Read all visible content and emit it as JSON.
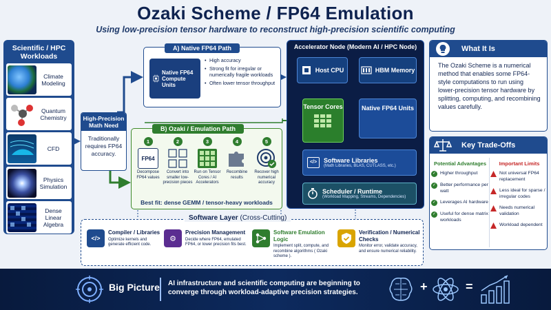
{
  "header": {
    "title": "Ozaki Scheme / FP64 Emulation",
    "subtitle": "Using low-precision tensor hardware to reconstruct high-precision scientific computing"
  },
  "workloads": {
    "title": "Scientific / HPC Workloads",
    "items": [
      {
        "label": "Climate Modeling",
        "icon": "earth-icon"
      },
      {
        "label": "Quantum Chemistry",
        "icon": "molecule-icon"
      },
      {
        "label": "CFD",
        "icon": "car-airflow-icon"
      },
      {
        "label": "Physics Simulation",
        "icon": "galaxy-icon"
      },
      {
        "label": "Dense Linear Algebra",
        "icon": "matrix-icon"
      }
    ]
  },
  "math_need": {
    "title": "High-Precision Math Need",
    "body": "Traditionally requires FP64 accuracy."
  },
  "native_path": {
    "title": "A) Native FP64 Path",
    "unit_label": "Native FP64 Compute Units",
    "bullets": [
      "High accuracy",
      "Strong fit for irregular or numerically fragile workloads",
      "Often lower tensor throughput"
    ]
  },
  "ozaki_path": {
    "title": "B) Ozaki / Emulation Path",
    "steps": [
      {
        "num": "1",
        "icon_text": "FP64",
        "text": "Decompose FP64 values"
      },
      {
        "num": "2",
        "text": "Convert into smaller low-precision pieces"
      },
      {
        "num": "3",
        "text": "Run on Tensor Cores / AI Accelerators"
      },
      {
        "num": "4",
        "text": "Recombine results"
      },
      {
        "num": "5",
        "text": "Recover high numerical accuracy"
      }
    ],
    "best_fit": "Best fit: dense GEMM / tensor-heavy workloads"
  },
  "accelerator": {
    "title": "Accelerator Node (Modern AI / HPC Node)",
    "host_cpu": "Host CPU",
    "hbm": "HBM Memory",
    "tensor_cores": "Tensor Cores",
    "native_units": "Native FP64 Units",
    "sw_libs": "Software Libraries",
    "sw_libs_sub": "(Math Libraries, BLAS, CUTLASS, etc.)",
    "scheduler": "Scheduler / Runtime",
    "scheduler_sub": "(Workload Mapping, Streams, Dependencies)"
  },
  "what_it_is": {
    "title": "What It Is",
    "body": "The Ozaki Scheme is a numerical method that enables some FP64-style computations to run using lower-precision tensor hardware by splitting, computing, and recombining values carefully."
  },
  "tradeoffs": {
    "title": "Key Trade-Offs",
    "advantages_title": "Potential Advantages",
    "limits_title": "Important Limits",
    "advantages": [
      "Higher throughput",
      "Better performance per watt",
      "Leverages AI hardware",
      "Useful for dense matrix workloads"
    ],
    "limits": [
      "Not universal FP64 replacement",
      "Less ideal for sparse / irregular codes",
      "Needs numerical validation",
      "Workload dependent"
    ]
  },
  "software_layer": {
    "title": "Software Layer",
    "title_suffix": "(Cross-Cutting)",
    "items": [
      {
        "title": "Compiler / Libraries",
        "desc": "Optimize kernels and generate efficient code.",
        "icon": "code-icon"
      },
      {
        "title": "Precision Management",
        "desc": "Decide where FP64, emulated FP64, or lower precision fits best.",
        "icon": "gear-icon"
      },
      {
        "title": "Software Emulation Logic",
        "desc": "Implement split, compute, and recombine algorithms ( Ozaki scheme ).",
        "icon": "nodes-icon"
      },
      {
        "title": "Verification / Numerical Checks",
        "desc": "Monitor error, validate accuracy, and ensure numerical reliability.",
        "icon": "shield-check-icon"
      }
    ]
  },
  "big_picture": {
    "title": "Big Picture",
    "text": "AI infrastructure and scientific computing are beginning to converge through workload-adaptive precision strategies.",
    "plus": "+",
    "equals": "="
  },
  "colors": {
    "navy": "#1f4b8e",
    "dark_navy": "#0b1d45",
    "green": "#2f7d2e",
    "red": "#c62828"
  }
}
